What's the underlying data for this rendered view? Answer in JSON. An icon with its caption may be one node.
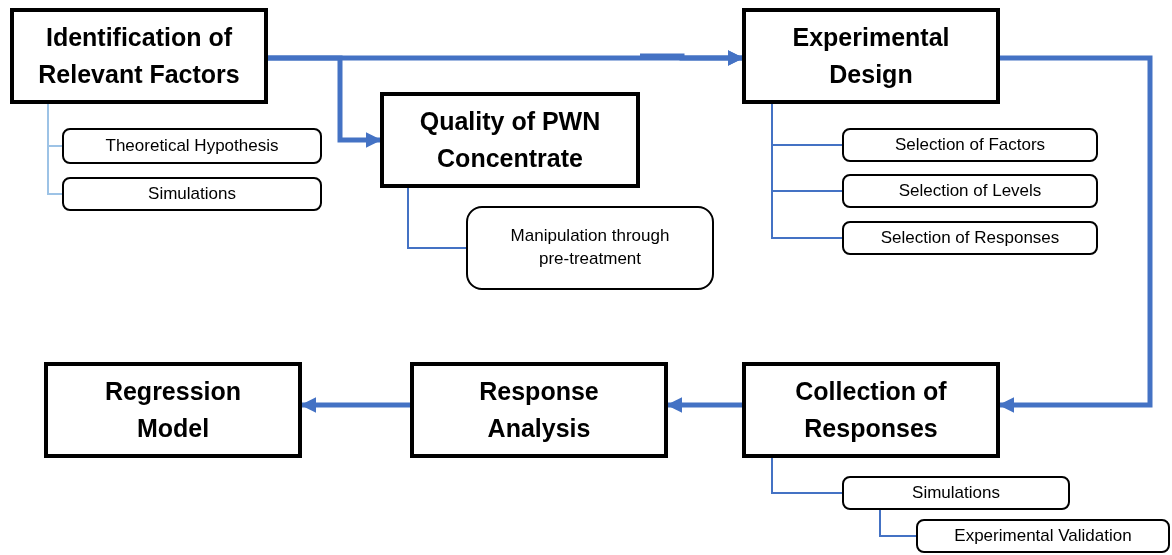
{
  "diagram": {
    "nodes": [
      {
        "text": [
          "Identification of Relevant Factors"
        ]
      },
      {
        "text": [
          "Theoretical Hypothesis"
        ]
      },
      {
        "text": [
          "Simulations"
        ]
      },
      {
        "text": [
          "Quality of PWN Concentrate"
        ]
      },
      {
        "text": [
          "Manipulation through pre-treatment"
        ]
      },
      {
        "text": [
          "Experimental Design"
        ]
      },
      {
        "text": [
          "Selection of Factors"
        ]
      },
      {
        "text": [
          "Selection of Levels"
        ]
      },
      {
        "text": [
          "Selection of Responses"
        ]
      },
      {
        "text": [
          "Collection of Responses"
        ]
      },
      {
        "text": [
          "Simulations"
        ]
      },
      {
        "text": [
          "Experimental Validation"
        ]
      },
      {
        "text": [
          "Response Analysis"
        ]
      },
      {
        "text": [
          "Regression Model"
        ]
      }
    ],
    "edges": [
      {
        "from": 0,
        "to": 5,
        "arrow": "to",
        "style": "thick"
      },
      {
        "from": 0,
        "to": 3,
        "arrow": "to",
        "style": "thick"
      },
      {
        "from": 3,
        "to": 5,
        "arrow": "to",
        "style": "thick"
      },
      {
        "from": 5,
        "to": 9,
        "arrow": "to",
        "style": "thick"
      },
      {
        "from": 9,
        "to": 12,
        "arrow": "to",
        "style": "thick"
      },
      {
        "from": 12,
        "to": 13,
        "arrow": "to",
        "style": "thick"
      },
      {
        "from": 0,
        "to": 1,
        "arrow": "none",
        "color": "#9dc3e6"
      },
      {
        "from": 0,
        "to": 2,
        "arrow": "none",
        "color": "#9dc3e6"
      },
      {
        "from": 3,
        "to": 4,
        "arrow": "none"
      },
      {
        "from": 5,
        "to": 6,
        "arrow": "none"
      },
      {
        "from": 5,
        "to": 7,
        "arrow": "none"
      },
      {
        "from": 5,
        "to": 8,
        "arrow": "none"
      },
      {
        "from": 9,
        "to": 10,
        "arrow": "none"
      },
      {
        "from": 10,
        "to": 11,
        "arrow": "none"
      }
    ]
  }
}
